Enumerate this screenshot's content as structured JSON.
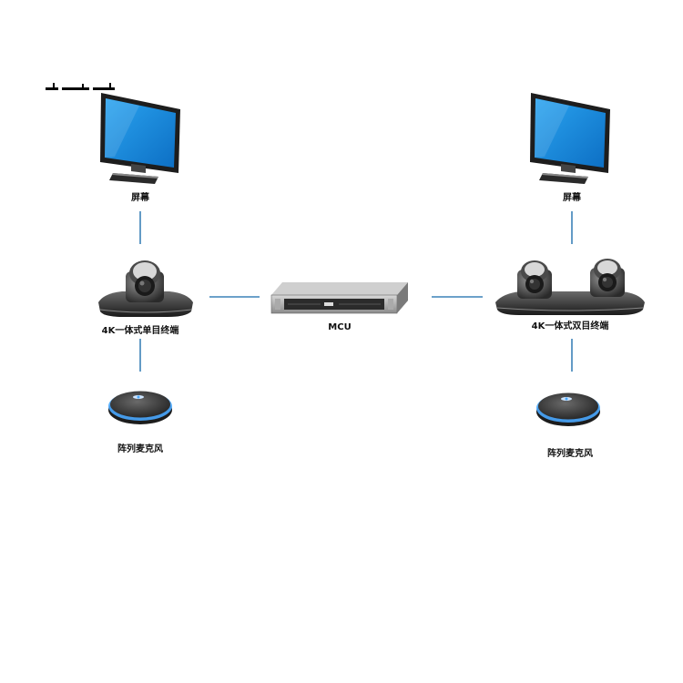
{
  "diagram": {
    "left": {
      "monitor_label": "屏幕",
      "terminal_label": "4K一体式单目终端",
      "mic_label": "阵列麦克风"
    },
    "center": {
      "mcu_label": "MCU"
    },
    "right": {
      "monitor_label": "屏幕",
      "terminal_label": "4K一体式双目终端",
      "mic_label": "阵列麦克风"
    },
    "colors": {
      "connector": "#3c82b8",
      "screen": "#1e8fe0",
      "device_dark": "#2b2b2b",
      "mic_light": "#4aa8ff"
    },
    "icons": [
      "monitor-icon",
      "ptz-camera-icon",
      "mcu-server-icon",
      "array-microphone-icon"
    ]
  }
}
